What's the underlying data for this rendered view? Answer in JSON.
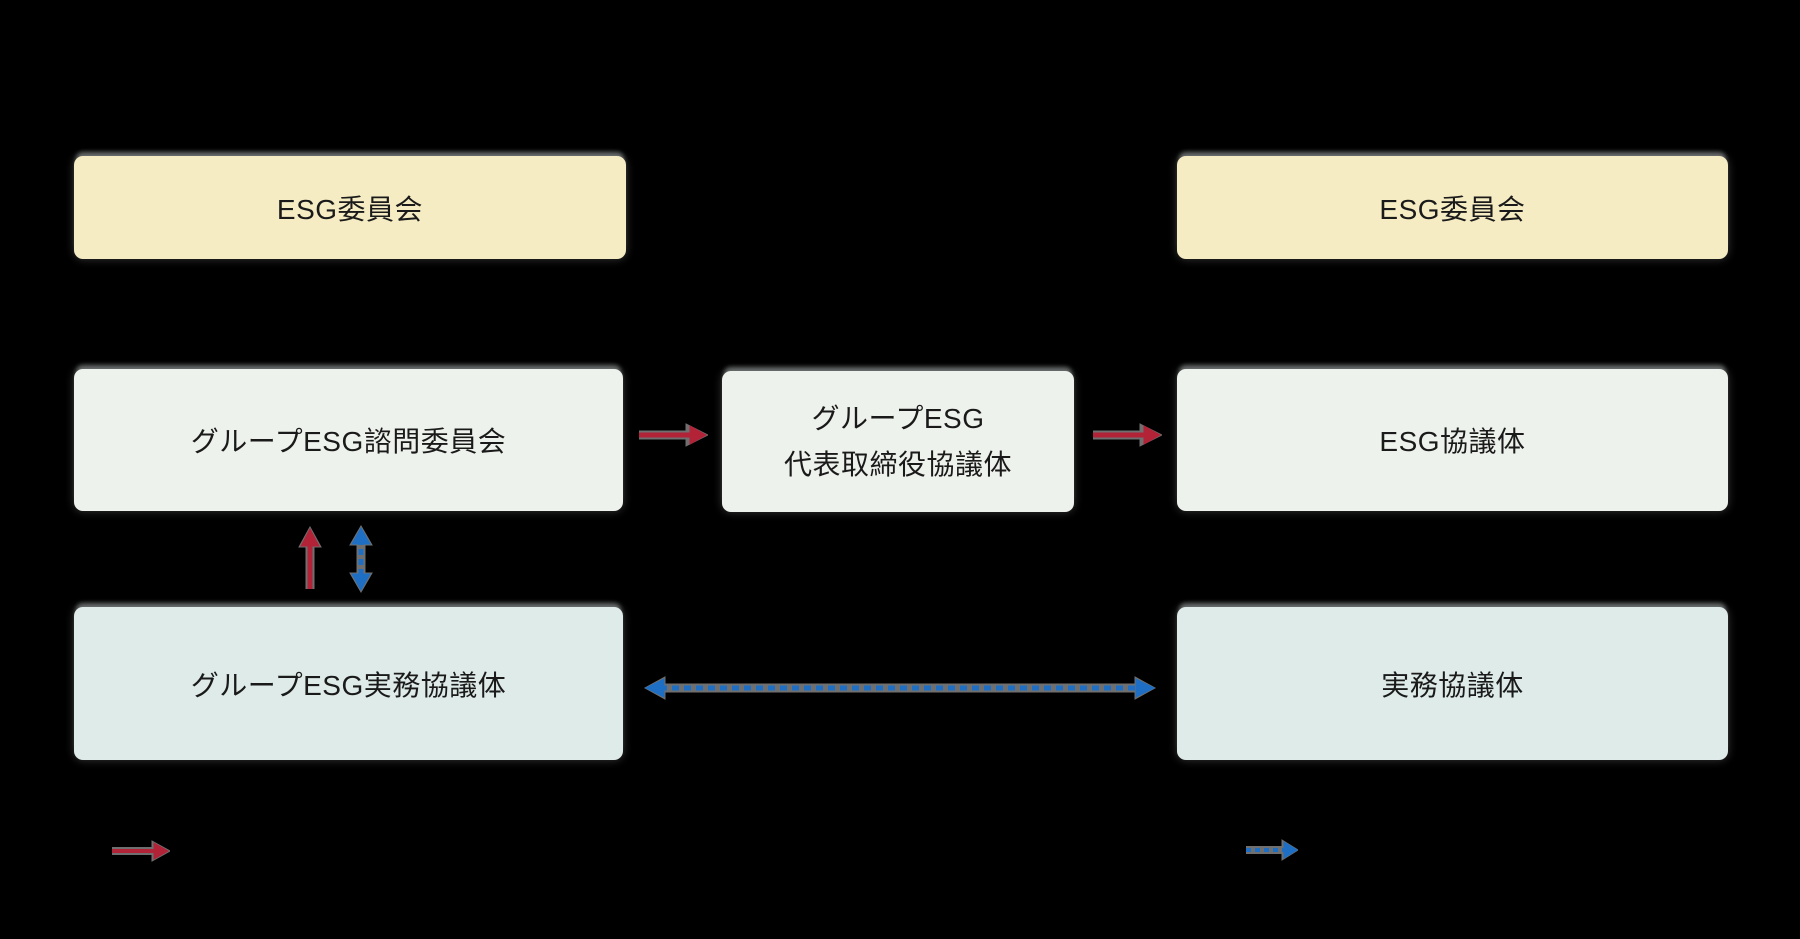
{
  "figure": {
    "background": "#000000",
    "boxes": {
      "top_left": "ESG委員会",
      "top_right": "ESG委員会",
      "mid_left": "グループESG諮問委員会",
      "center_line1": "グループESG",
      "center_line2": "代表取締役協議体",
      "mid_right": "ESG協議体",
      "bottom_left": "グループESG実務協議体",
      "bottom_right": "実務協議体"
    },
    "colors": {
      "committee_fill": "#f5ecc3",
      "council_fill": "#eef2ec",
      "working_fill": "#deebe8",
      "red_arrow": "#b22338",
      "blue_arrow": "#1e6fc4",
      "text": "#1a1a1a",
      "arrow_shadow": "#8b8b8b"
    },
    "legend": {
      "red_icon": "red-solid-right-arrow",
      "blue_icon": "blue-dashed-right-arrow"
    }
  }
}
